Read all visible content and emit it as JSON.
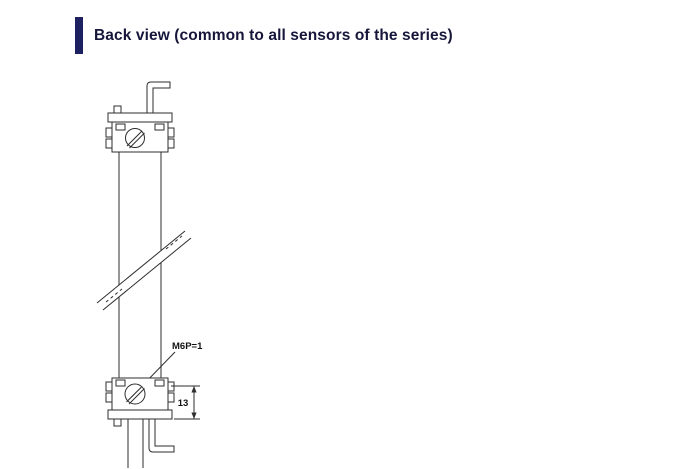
{
  "header": {
    "title": "Back view (common to all sensors of the series)",
    "accent_color": "#1e2161",
    "title_color": "#15163a"
  },
  "diagram": {
    "line_color": "#2e2e2e",
    "labels": {
      "thread_spec": "M6P=1",
      "dimension_13": "13"
    }
  }
}
